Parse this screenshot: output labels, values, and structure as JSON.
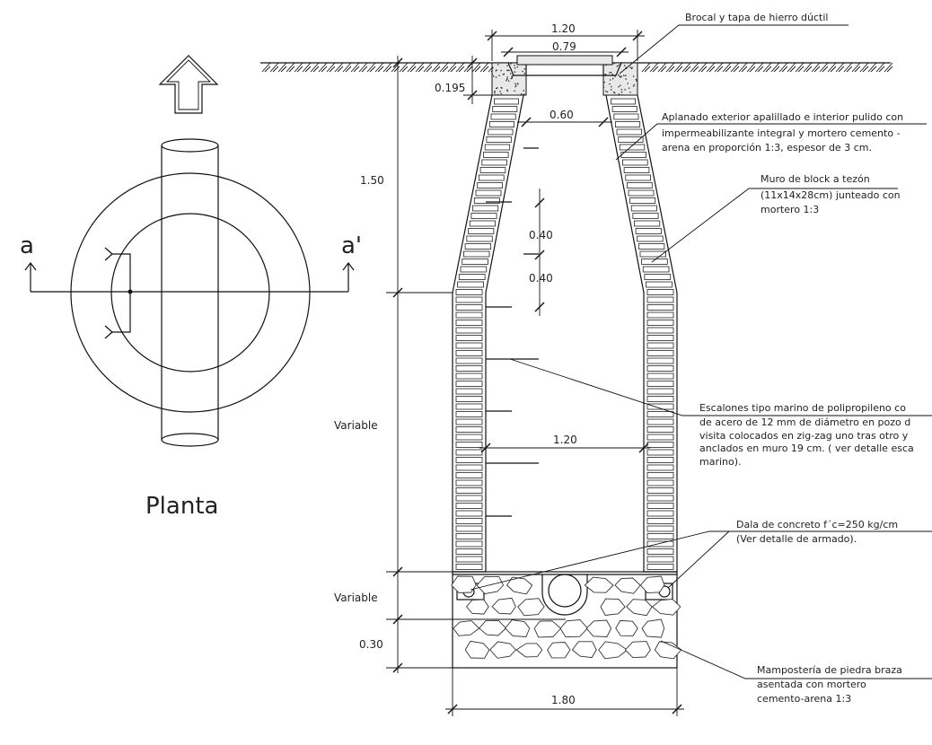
{
  "plan": {
    "title": "Planta",
    "section_left": "a",
    "section_right": "a'"
  },
  "dimensions": {
    "top_width": "1.20",
    "cover_width": "0.79",
    "brocal_height": "0.195",
    "neck_width": "0.60",
    "cone_height": "1.50",
    "step_spacing_1": "0.40",
    "step_spacing_2": "0.40",
    "body_height": "Variable",
    "inner_diameter": "1.20",
    "base_variable": "Variable",
    "base_thickness": "0.30",
    "base_width": "1.80"
  },
  "notes": {
    "brocal": "Brocal y tapa  de hierro dúctil",
    "aplanado": [
      "Aplanado exterior apalillado e interior pulido con",
      "impermeabilizante integral y mortero cemento -",
      "arena en proporción 1:3, espesor de  3 cm."
    ],
    "muro": [
      "Muro de block a tezón",
      "(11x14x28cm) junteado con",
      "mortero 1:3"
    ],
    "escalones": [
      "Escalones tipo marino de polipropileno co",
      "de acero de 12 mm de diámetro en pozo d",
      "visita colocados en zig-zag uno tras otro y",
      "anclados en muro 19 cm. ( ver detalle esca",
      "marino)."
    ],
    "dala": [
      "Dala de concreto f´c=250 kg/cm",
      "(Ver detalle de armado)."
    ],
    "mamposteria": [
      "Mampostería de piedra braza",
      "asentada con mortero",
      "cemento-arena 1:3"
    ]
  }
}
